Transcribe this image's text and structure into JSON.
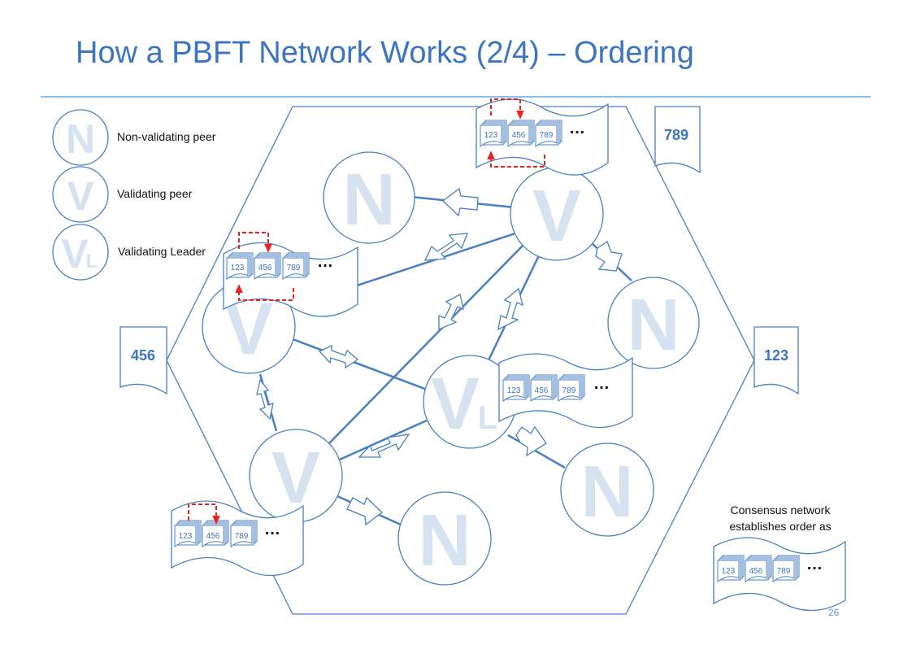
{
  "slide": {
    "title": "How a PBFT Network Works (2/4) – Ordering",
    "page_number": "26",
    "caption": "Consensus network establishes order as"
  },
  "legend": {
    "items": [
      {
        "glyph": "N",
        "label": "Non-validating peer"
      },
      {
        "glyph": "V",
        "label": "Validating peer"
      },
      {
        "glyph": "V",
        "sub": "L",
        "label": "Validating Leader"
      }
    ]
  },
  "nodes": [
    {
      "id": "n1",
      "glyph": "N"
    },
    {
      "id": "v1",
      "glyph": "V"
    },
    {
      "id": "n2",
      "glyph": "N"
    },
    {
      "id": "vl",
      "glyph": "V",
      "sub": "L"
    },
    {
      "id": "n3",
      "glyph": "N"
    },
    {
      "id": "v2",
      "glyph": "V"
    },
    {
      "id": "v3",
      "glyph": "V"
    },
    {
      "id": "n4",
      "glyph": "N"
    }
  ],
  "documents": {
    "top_right": "789",
    "left": "456",
    "right": "123"
  },
  "queue": {
    "transactions": [
      "123",
      "456",
      "789"
    ],
    "ellipsis": "…"
  },
  "colors": {
    "title": "#3d74c0",
    "line": "#4a7fc1",
    "node_letter": "#d6e2f0",
    "doc_text": "#3d74c0",
    "reorder_arrow": "#e8231d"
  }
}
